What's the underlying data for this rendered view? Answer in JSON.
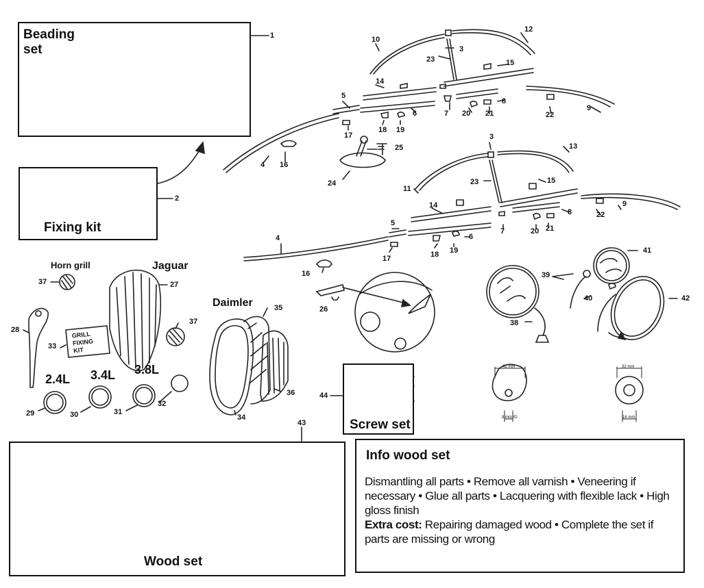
{
  "boxes": {
    "beading": {
      "title": "Beading\nset",
      "ref": "1"
    },
    "fixing": {
      "title": "Fixing kit",
      "ref": "2"
    },
    "screw": {
      "title": "Screw set",
      "ref": "44"
    },
    "wood": {
      "title": "Wood set",
      "ref": "43"
    }
  },
  "info": {
    "title": "Info wood set",
    "body": "Dismantling all parts • Remove all varnish • Veneering if necessary • Glue all parts • Lacquering with flexible lack • High gloss finish",
    "extra_label": "Extra cost:",
    "extra_text": "Repairing damaged wood • Complete the set if parts are missing or wrong"
  },
  "grill_labels": {
    "horn_grill": "Horn grill",
    "jaguar": "Jaguar",
    "daimler": "Daimler",
    "kit_text": "GRILL\nFIXING\nKIT",
    "badge_24": "2.4L",
    "badge_34": "3.4L",
    "badge_38": "3.8L"
  },
  "mirror_dims": {
    "left_width": "42 mm",
    "left_hole": "8 mm ID",
    "right_width": "32 mm",
    "right_hole": "16 mm"
  },
  "part_numbers": {
    "upper": [
      "10",
      "12",
      "3",
      "23",
      "15",
      "14",
      "5",
      "6",
      "7",
      "8",
      "9",
      "17",
      "18",
      "19",
      "20",
      "21",
      "22",
      "4",
      "16",
      "25",
      "24"
    ],
    "lower": [
      "3",
      "13",
      "11",
      "23",
      "15",
      "9",
      "14",
      "5",
      "8",
      "22",
      "7",
      "20",
      "21",
      "4",
      "6",
      "17",
      "18",
      "19",
      "16"
    ],
    "grill": [
      "37",
      "27",
      "28",
      "33",
      "35",
      "37",
      "36",
      "29",
      "30",
      "31",
      "32",
      "34",
      "26"
    ],
    "mirrors": [
      "41",
      "39",
      "40",
      "42",
      "38"
    ]
  }
}
